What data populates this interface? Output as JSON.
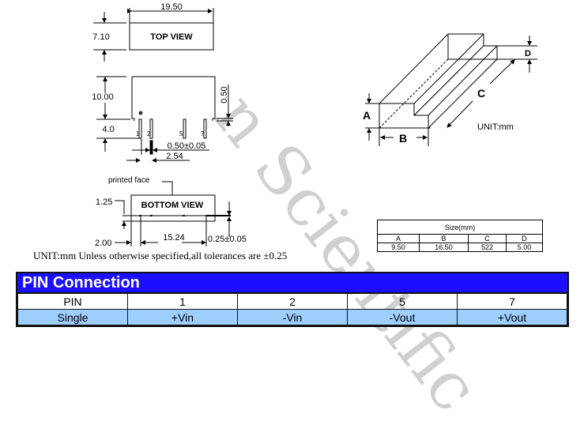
{
  "watermark": "n Scientific",
  "top_view": {
    "label": "TOP VIEW",
    "width": "19.50",
    "height": "7.10"
  },
  "side_view": {
    "height": "10.00",
    "pin_length": "4.0",
    "standoff": "0.50",
    "pin_width": "0.50±0.05",
    "pitch": "2.54",
    "pins": [
      "1",
      "2",
      "5",
      "7"
    ]
  },
  "bottom_view": {
    "label": "BOTTOM VIEW",
    "printed_face": "printed face",
    "d1": "1.25",
    "d2": "2.00",
    "span": "15.24",
    "pad": "0.25±0.05"
  },
  "unit_note": "UNIT:mm Unless otherwise specified,all tolerances are ±0.25",
  "package": {
    "labels": [
      "A",
      "B",
      "C",
      "D"
    ],
    "unit": "UNIT:mm"
  },
  "size_table": {
    "title": "Size(mm)",
    "headers": [
      "A",
      "B",
      "C",
      "D"
    ],
    "values": [
      "9.50",
      "16.50",
      "522",
      "5.00"
    ]
  },
  "pin_connection": {
    "title": "PIN Connection",
    "header": [
      "PIN",
      "1",
      "2",
      "5",
      "7"
    ],
    "rows": [
      [
        "Single",
        "+Vin",
        "-Vin",
        "-Vout",
        "+Vout"
      ]
    ]
  },
  "colors": {
    "header_blue": "#1a10ff",
    "row_blue": "#9fcfff"
  }
}
